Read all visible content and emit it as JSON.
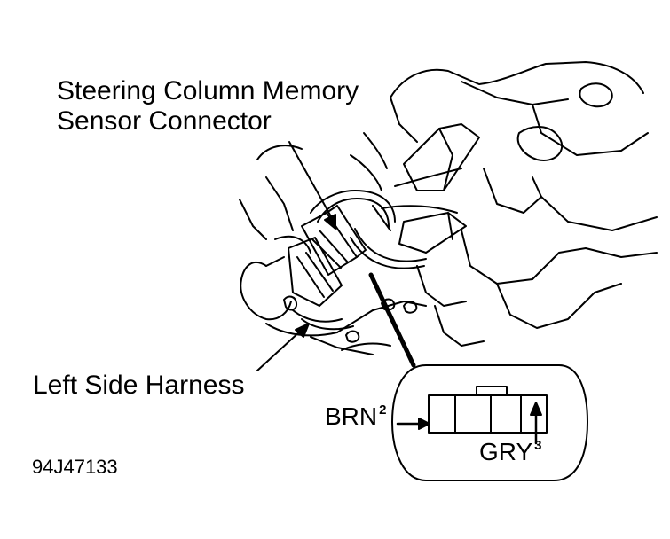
{
  "labels": {
    "title_line_1": "Steering Column Memory",
    "title_line_2": "Sensor Connector",
    "harness": "Left Side Harness",
    "brn": "BRN",
    "brn_pin": "2",
    "gry": "GRY",
    "gry_pin": "3",
    "figure_id": "94J47133"
  },
  "colors": {
    "line": "#000000",
    "background": "#ffffff"
  }
}
